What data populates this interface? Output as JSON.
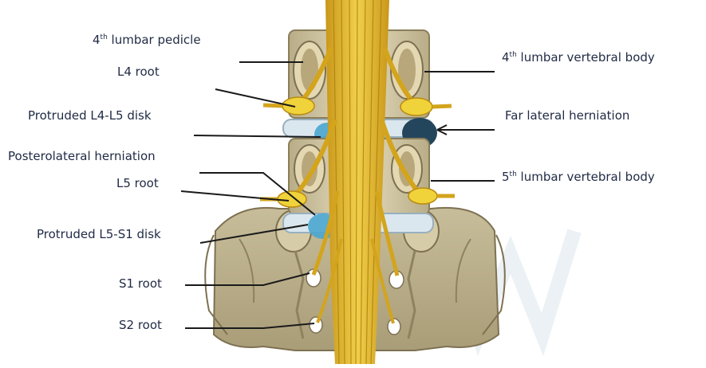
{
  "labels": {
    "l4_pedicle": {
      "sup": "th",
      "pre": "4",
      "post": " lumbar pedicle"
    },
    "l4_root": "L4 root",
    "protruded_l4_l5": "Protruded L4-L5 disk",
    "posterolateral": "Posterolateral herniation",
    "l5_root": "L5 root",
    "protruded_l5_s1": "Protruded L5-S1 disk",
    "s1_root": "S1 root",
    "s2_root": "S2 root",
    "l4_body": {
      "sup": "th",
      "pre": "4",
      "post": " lumbar vertebral body"
    },
    "far_lateral": "Far lateral herniation",
    "l5_body": {
      "sup": "th",
      "pre": "5",
      "post": " lumbar vertebral body"
    }
  },
  "colors": {
    "nerve": "#d9ad22",
    "nerve_dark": "#b98a10",
    "bone": "#d9cfae",
    "bone_dark": "#9c8f6a",
    "sacrum": "#b9ae8c",
    "disk": "#c9dbe6",
    "herniation": "#4aa6cf",
    "far_lateral": "#24465c",
    "ganglion": "#f0d23a",
    "leader": "#1a1a1a"
  }
}
